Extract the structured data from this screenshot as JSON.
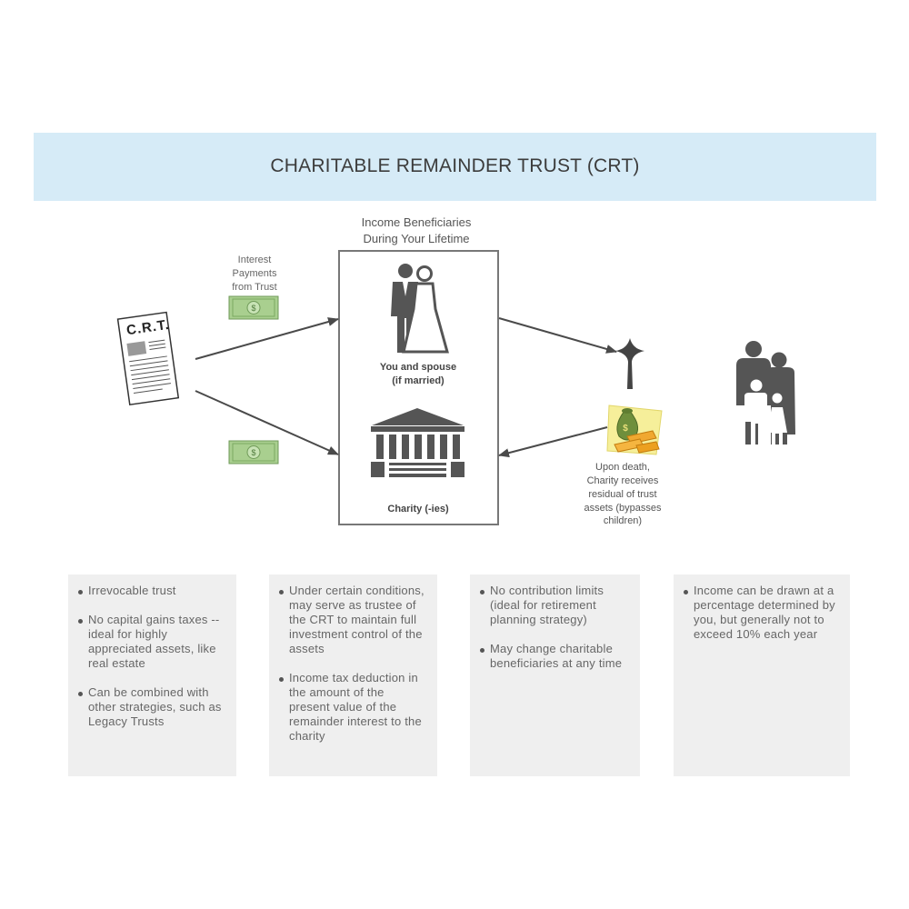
{
  "title": "CHARITABLE REMAINDER TRUST (CRT)",
  "diagram": {
    "income_beneficiaries": "Income Beneficiaries\nDuring Your Lifetime",
    "interest_payments": "Interest\nPayments\nfrom Trust",
    "you_and_spouse": "You and spouse\n(if married)",
    "charity": "Charity (-ies)",
    "upon_death": "Upon death,\nCharity receives\nresidual of trust\nassets (bypasses\nchildren)",
    "document_label": "C.R.T."
  },
  "panels": [
    {
      "items": [
        "Irrevocable trust",
        "No capital gains taxes -- ideal for highly appreciated assets, like real estate",
        "Can be combined with other strategies, such as Legacy Trusts"
      ]
    },
    {
      "items": [
        "Under certain conditions, may serve as trustee of the CRT to maintain full investment control of the assets",
        "Income tax deduction in the amount of the present value of the remainder interest to the charity"
      ]
    },
    {
      "items": [
        "No contribution limits (ideal for retirement planning strategy)",
        "May change charitable beneficiaries at any time"
      ]
    },
    {
      "items": [
        "Income can be drawn at a percentage determined by you, but generally not to exceed 10% each year"
      ]
    }
  ],
  "colors": {
    "title_band": "#d6ebf7",
    "panel_bg": "#efefef",
    "icon_gray": "#555555",
    "money_green": "#a9cf8f",
    "coins_gold": "#f0a830"
  }
}
